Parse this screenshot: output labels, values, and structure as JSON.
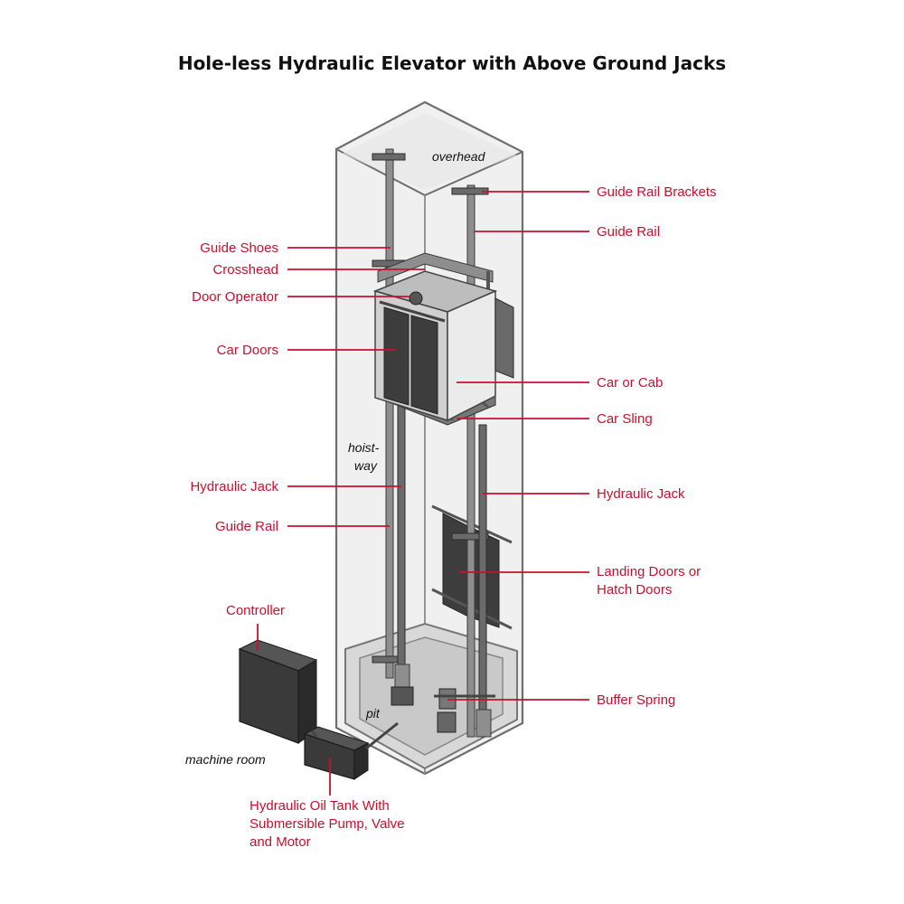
{
  "title": "Hole-less Hydraulic Elevator with Above Ground Jacks",
  "colors": {
    "label": "#c8102e",
    "leader": "#c8102e",
    "structure": "#6e6e6e"
  },
  "notes": {
    "overhead": "overhead",
    "hoistway_1": "hoist-",
    "hoistway_2": "way",
    "pit": "pit",
    "machine_room": "machine room"
  },
  "labels": {
    "guide_rail_brackets": "Guide Rail Brackets",
    "guide_rail_right": "Guide Rail",
    "guide_shoes": "Guide Shoes",
    "crosshead": "Crosshead",
    "door_operator": "Door Operator",
    "car_doors": "Car Doors",
    "car_or_cab": "Car or Cab",
    "car_sling": "Car Sling",
    "hydraulic_jack_left": "Hydraulic Jack",
    "hydraulic_jack_right": "Hydraulic Jack",
    "guide_rail_left": "Guide Rail",
    "landing_doors_1": "Landing Doors or",
    "landing_doors_2": "Hatch Doors",
    "controller": "Controller",
    "buffer_spring": "Buffer Spring",
    "oil_tank_1": "Hydraulic Oil Tank With",
    "oil_tank_2": "Submersible Pump, Valve",
    "oil_tank_3": "and Motor"
  }
}
